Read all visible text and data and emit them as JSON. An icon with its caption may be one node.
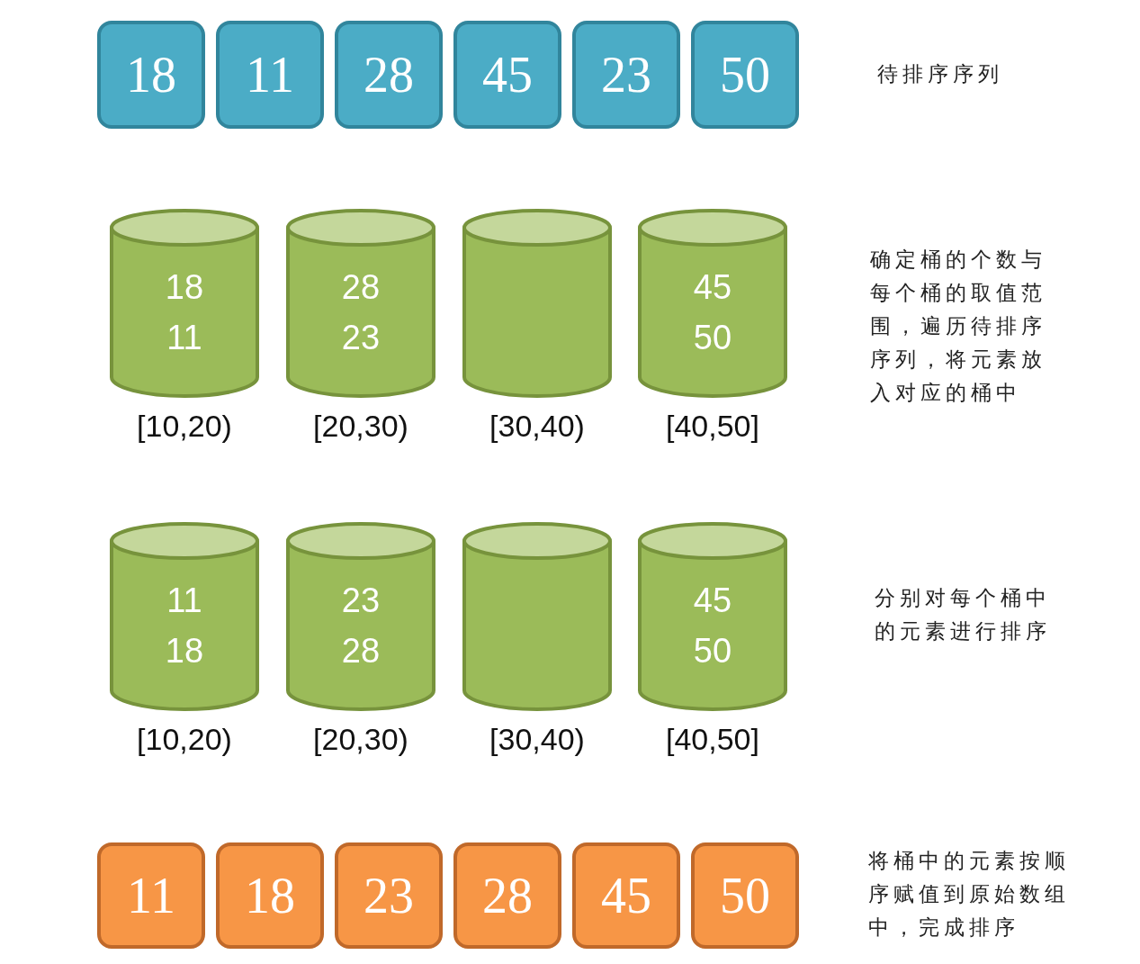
{
  "diagram": {
    "nodes": [
      {
        "text": [
          "18"
        ]
      },
      {
        "text": [
          "11"
        ]
      },
      {
        "text": [
          "28"
        ]
      },
      {
        "text": [
          "45"
        ]
      },
      {
        "text": [
          "23"
        ]
      },
      {
        "text": [
          "50"
        ]
      },
      {
        "text": [
          "18",
          "11"
        ],
        "beside": [
          "[10,20)"
        ]
      },
      {
        "text": [
          "28",
          "23"
        ],
        "beside": [
          "[20,30)"
        ]
      },
      {
        "text": [],
        "shape": "cylinder",
        "beside": [
          "[30,40)"
        ]
      },
      {
        "text": [
          "45",
          "50"
        ],
        "beside": [
          "[40,50]"
        ]
      },
      {
        "text": [
          "11",
          "18"
        ],
        "beside": [
          "[10,20)"
        ]
      },
      {
        "text": [
          "23",
          "28"
        ],
        "beside": [
          "[20,30)"
        ]
      },
      {
        "text": [],
        "shape": "cylinder",
        "beside": [
          "[30,40)"
        ]
      },
      {
        "text": [
          "45",
          "50"
        ],
        "beside": [
          "[40,50]"
        ]
      },
      {
        "text": [
          "11"
        ]
      },
      {
        "text": [
          "18"
        ]
      },
      {
        "text": [
          "23"
        ]
      },
      {
        "text": [
          "28"
        ]
      },
      {
        "text": [
          "45"
        ]
      },
      {
        "text": [
          "50"
        ]
      }
    ],
    "labels": [
      "待排序序列",
      "确定桶的个数与每个桶的取值范围，遍历待排序序列，将元素放入对应的桶中",
      "分别对每个桶中的元素进行排序",
      "将桶中的元素按顺序赋值到原始数组中，完成排序"
    ]
  }
}
